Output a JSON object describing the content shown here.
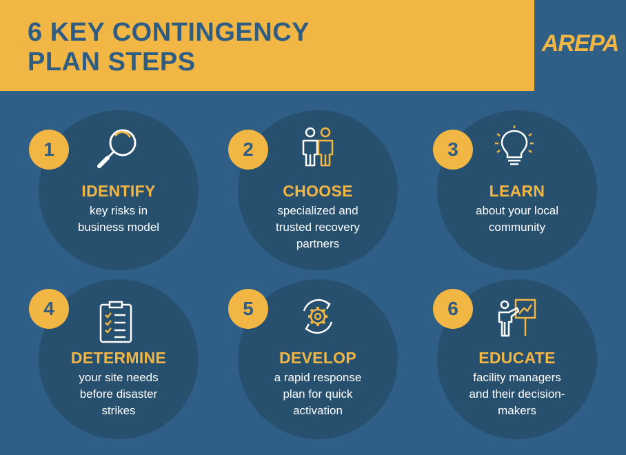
{
  "header": {
    "title_line1": "6 KEY CONTINGENCY",
    "title_line2": "PLAN STEPS"
  },
  "logo": {
    "text": "AREPA"
  },
  "colors": {
    "yellow": "#f2b644",
    "blue": "#2f5f86",
    "circle": "#27506f",
    "title_text": "#2e5c83",
    "white": "#ffffff"
  },
  "steps": [
    {
      "number": "1",
      "heading": "IDENTIFY",
      "lines": [
        "key risks in",
        "business model"
      ],
      "icon": "magnifier-icon"
    },
    {
      "number": "2",
      "heading": "CHOOSE",
      "lines": [
        "specialized and",
        "trusted recovery",
        "partners"
      ],
      "icon": "people-icon"
    },
    {
      "number": "3",
      "heading": "LEARN",
      "lines": [
        "about your local",
        "community"
      ],
      "icon": "lightbulb-icon"
    },
    {
      "number": "4",
      "heading": "DETERMINE",
      "lines": [
        "your site needs",
        "before disaster",
        "strikes"
      ],
      "icon": "checklist-icon"
    },
    {
      "number": "5",
      "heading": "DEVELOP",
      "lines": [
        "a rapid response",
        "plan for quick",
        "activation"
      ],
      "icon": "gear-cycle-icon"
    },
    {
      "number": "6",
      "heading": "EDUCATE",
      "lines": [
        "facility managers",
        "and their decision-",
        "makers"
      ],
      "icon": "presenter-icon"
    }
  ]
}
